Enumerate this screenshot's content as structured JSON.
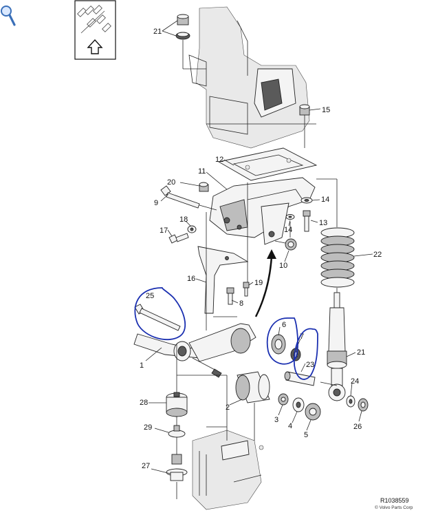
{
  "toolbar": {
    "zoom_icon": "magnifier-icon"
  },
  "view_selector": {
    "icon": "view-orientation-icon",
    "arrow_icon": "up-arrow-icon"
  },
  "callouts": [
    {
      "id": "21a",
      "text": "21"
    },
    {
      "id": "15",
      "text": "15"
    },
    {
      "id": "12",
      "text": "12"
    },
    {
      "id": "11",
      "text": "11"
    },
    {
      "id": "20",
      "text": "20"
    },
    {
      "id": "9",
      "text": "9"
    },
    {
      "id": "14a",
      "text": "14"
    },
    {
      "id": "13",
      "text": "13"
    },
    {
      "id": "18",
      "text": "18"
    },
    {
      "id": "14b",
      "text": "14"
    },
    {
      "id": "17",
      "text": "17"
    },
    {
      "id": "10",
      "text": "10"
    },
    {
      "id": "22",
      "text": "22"
    },
    {
      "id": "16",
      "text": "16"
    },
    {
      "id": "19",
      "text": "19"
    },
    {
      "id": "25",
      "text": "25"
    },
    {
      "id": "8",
      "text": "8"
    },
    {
      "id": "6",
      "text": "6"
    },
    {
      "id": "7",
      "text": "7"
    },
    {
      "id": "21b",
      "text": "21"
    },
    {
      "id": "1",
      "text": "1"
    },
    {
      "id": "23",
      "text": "23"
    },
    {
      "id": "24",
      "text": "24"
    },
    {
      "id": "28",
      "text": "28"
    },
    {
      "id": "2",
      "text": "2"
    },
    {
      "id": "3",
      "text": "3"
    },
    {
      "id": "4",
      "text": "4"
    },
    {
      "id": "5",
      "text": "5"
    },
    {
      "id": "26",
      "text": "26"
    },
    {
      "id": "29",
      "text": "29"
    },
    {
      "id": "27",
      "text": "27"
    }
  ],
  "reference": {
    "code": "R1038559",
    "copyright": "© Volvo Parts Corp"
  },
  "annotations": {
    "color": "#1a2fb0",
    "count": 3
  }
}
